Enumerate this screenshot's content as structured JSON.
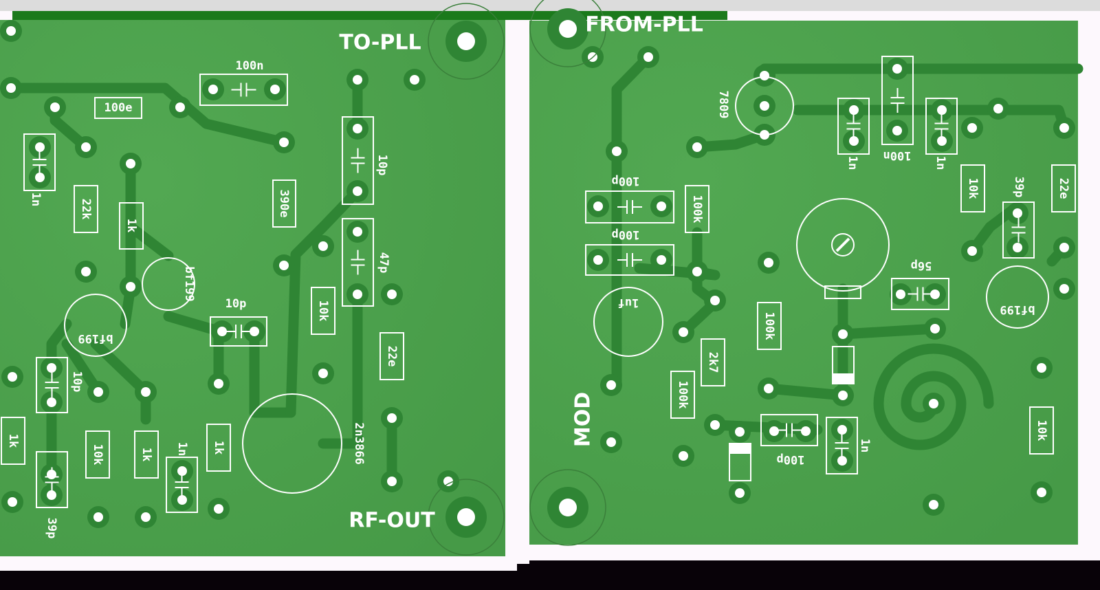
{
  "boards": {
    "left": {
      "connectors": {
        "to_pll": "TO-PLL",
        "rf_out": "RF-OUT"
      },
      "components": [
        {
          "type": "capacitor",
          "label": "100n"
        },
        {
          "type": "resistor",
          "label": "100e"
        },
        {
          "type": "capacitor",
          "label": "1n"
        },
        {
          "type": "resistor",
          "label": "22k"
        },
        {
          "type": "resistor",
          "label": "1k"
        },
        {
          "type": "transistor",
          "label": "bf199"
        },
        {
          "type": "transistor",
          "label": "bf199"
        },
        {
          "type": "resistor",
          "label": "390e"
        },
        {
          "type": "capacitor",
          "label": "10p"
        },
        {
          "type": "capacitor",
          "label": "47p"
        },
        {
          "type": "capacitor",
          "label": "10p"
        },
        {
          "type": "resistor",
          "label": "10k"
        },
        {
          "type": "resistor",
          "label": "22e"
        },
        {
          "type": "capacitor",
          "label": "10p"
        },
        {
          "type": "resistor",
          "label": "1k"
        },
        {
          "type": "resistor",
          "label": "10k"
        },
        {
          "type": "resistor",
          "label": "1k"
        },
        {
          "type": "capacitor",
          "label": "1n"
        },
        {
          "type": "resistor",
          "label": "1k"
        },
        {
          "type": "capacitor",
          "label": "39p"
        },
        {
          "type": "transistor",
          "label": "2n3866"
        }
      ]
    },
    "right": {
      "connectors": {
        "from_pll": "FROM-PLL",
        "mod": "MOD"
      },
      "components": [
        {
          "type": "regulator",
          "label": "7809"
        },
        {
          "type": "capacitor",
          "label": "1n"
        },
        {
          "type": "capacitor",
          "label": "100n"
        },
        {
          "type": "capacitor",
          "label": "1n"
        },
        {
          "type": "resistor",
          "label": "10k"
        },
        {
          "type": "capacitor",
          "label": "39p"
        },
        {
          "type": "resistor",
          "label": "22e"
        },
        {
          "type": "capacitor",
          "label": "100p"
        },
        {
          "type": "capacitor",
          "label": "100p"
        },
        {
          "type": "resistor",
          "label": "100k"
        },
        {
          "type": "trimmer",
          "label": ""
        },
        {
          "type": "capacitor",
          "label": "56p"
        },
        {
          "type": "transistor",
          "label": "bf199"
        },
        {
          "type": "electrolytic",
          "label": "1uf"
        },
        {
          "type": "resistor",
          "label": "100k"
        },
        {
          "type": "resistor",
          "label": "2k7"
        },
        {
          "type": "resistor",
          "label": "100k"
        },
        {
          "type": "capacitor",
          "label": "100p"
        },
        {
          "type": "capacitor",
          "label": "1n"
        },
        {
          "type": "resistor",
          "label": "10k"
        }
      ]
    },
    "colors": {
      "board": "#4a9e4a",
      "trace": "#2f8534",
      "silkscreen": "#ffffff"
    }
  }
}
